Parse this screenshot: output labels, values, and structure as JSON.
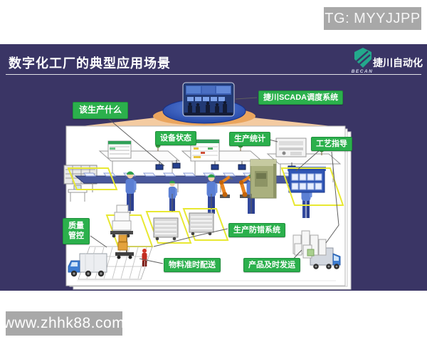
{
  "watermarks": {
    "top": "TG: MYYJJPP",
    "bottom": "www.zhhk88.com"
  },
  "slide": {
    "title": "数字化工厂的典型应用场景",
    "logo": {
      "brand": "BECAN",
      "company": "捷川自动化"
    },
    "labels": {
      "what_to_produce": "该生产什么",
      "scada_system": "捷川SCADA调度系统",
      "equipment_status": "设备状态",
      "production_stats": "生产统计",
      "process_guidance": "工艺指导",
      "quality_control": "质量管控",
      "error_proofing": "生产防错系统",
      "material_delivery": "物料准时配送",
      "product_shipping": "产品及时发运"
    },
    "colors": {
      "slide_bg": "#3a3565",
      "accent_green": "#2bb04c",
      "watermark_gray": "#a8a8a8",
      "platform_blue": "#2a52b4",
      "funnel_orange": "#f4cba1"
    }
  }
}
